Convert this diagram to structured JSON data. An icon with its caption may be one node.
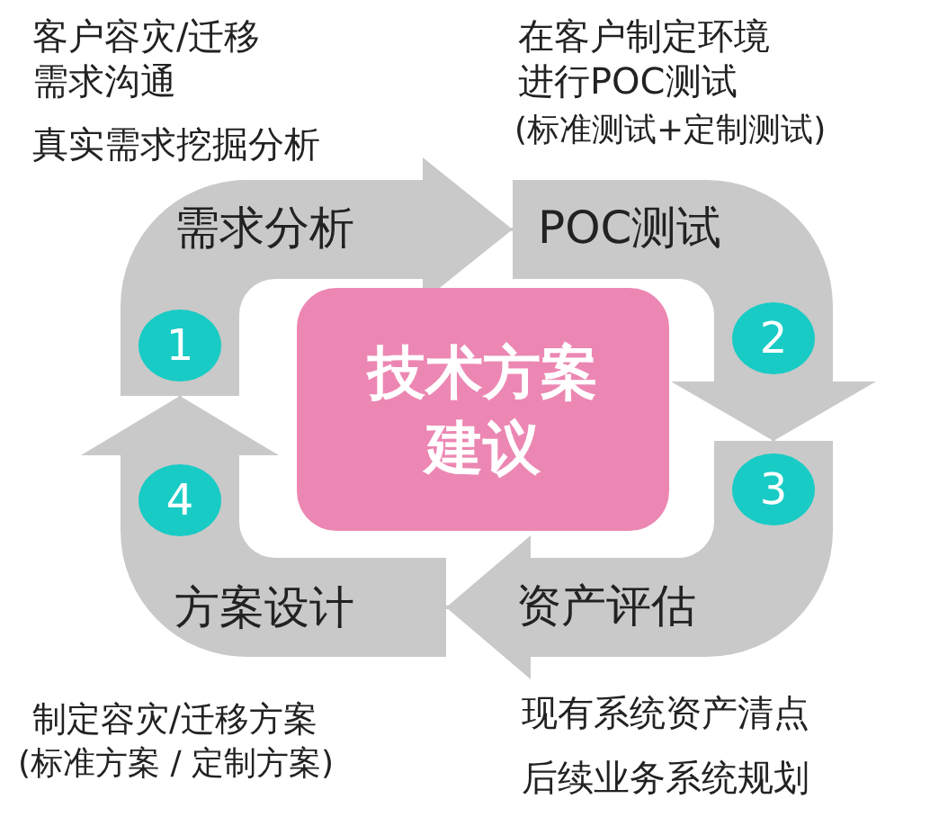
{
  "diagram": {
    "nodes": [
      {
        "text": [
          "需求分析"
        ],
        "beside": [
          "客户容灾/迁移需求沟通",
          "真实需求挖掘分析"
        ]
      },
      {
        "text": [
          "1"
        ],
        "in": 0
      },
      {
        "text": [
          "POC测试"
        ],
        "beside": [
          "在客户制定环境进行POC测试",
          "(标准测试+定制测试)"
        ]
      },
      {
        "text": [
          "2"
        ],
        "in": 2
      },
      {
        "text": [
          "资产评估"
        ],
        "beside": [
          "现有系统资产清点",
          "后续业务系统规划"
        ]
      },
      {
        "text": [
          "3"
        ],
        "in": 4
      },
      {
        "text": [
          "方案设计"
        ],
        "beside": [
          "制定容灾/迁移方案",
          "(标准方案 / 定制方案)"
        ]
      },
      {
        "text": [
          "4"
        ],
        "in": 6
      },
      {
        "text": [
          "技术方案建议"
        ]
      }
    ],
    "edges": [
      {
        "from": 0,
        "to": 2,
        "arrow": "to"
      },
      {
        "from": 2,
        "to": 4,
        "arrow": "to"
      },
      {
        "from": 4,
        "to": 6,
        "arrow": "to"
      },
      {
        "from": 6,
        "to": 0,
        "arrow": "to"
      }
    ]
  }
}
